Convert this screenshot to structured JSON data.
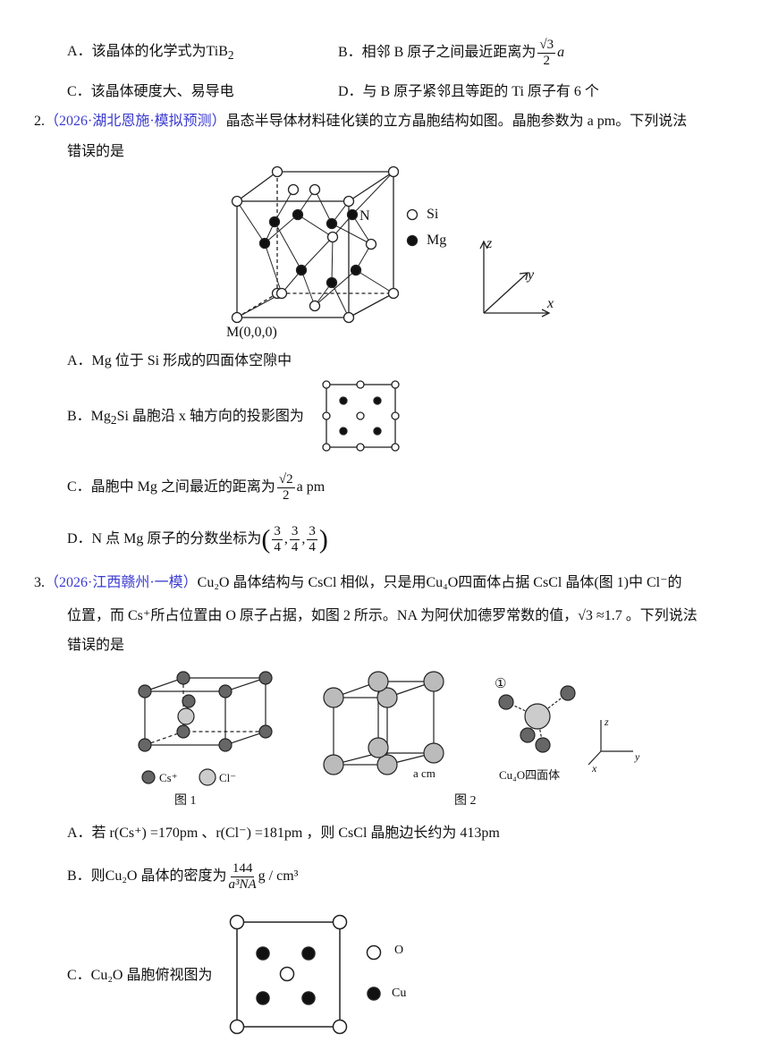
{
  "q1": {
    "optA": "A．该晶体的化学式为TiB",
    "optA_sub": "2",
    "optB": "B．相邻 B 原子之间最近距离为",
    "optB_num": "√3",
    "optB_den": "2",
    "optB_tail": "a",
    "optC": "C．该晶体硬度大、易导电",
    "optD": "D．与 B 原子紧邻且等距的 Ti 原子有 6 个"
  },
  "q2": {
    "number": "2.",
    "source": "（2026·湖北恩施·模拟预测）",
    "stem1": "晶态半导体材料硅化镁的立方晶胞结构如图。晶胞参数为 a pm。下列说法",
    "stem2": "错误的是",
    "figure": {
      "label_N": "N",
      "label_M": "M(0,0,0)",
      "legend_si": "Si",
      "legend_mg": "Mg",
      "axis_x": "x",
      "axis_y": "y",
      "axis_z": "z"
    },
    "optA": "A．Mg 位于 Si 形成的四面体空隙中",
    "optB_pre": "B．Mg",
    "optB_sub": "2",
    "optB_post": "Si 晶胞沿 x 轴方向的投影图为",
    "optC_pre": "C．晶胞中 Mg 之间最近的距离为",
    "optC_num": "√2",
    "optC_den": "2",
    "optC_post": "a pm",
    "optD_pre": "D．N 点 Mg 原子的分数坐标为",
    "optD_coords": [
      {
        "num": "3",
        "den": "4"
      },
      {
        "num": "3",
        "den": "4"
      },
      {
        "num": "3",
        "den": "4"
      }
    ]
  },
  "q3": {
    "number": "3.",
    "source": "（2026·江西赣州·一模）",
    "stem1": "Cu₂O 晶体结构与 CsCl 相似，只是用Cu₄O四面体占据 CsCl 晶体(图 1)中 Cl⁻的",
    "stem2": "位置，而 Cs⁺所占位置由 O 原子占据，如图 2 所示。NA 为阿伏加德罗常数的值，√3 ≈1.7 。下列说法",
    "stem3": "错误的是",
    "fig1": {
      "legend_cs": "Cs⁺",
      "legend_cl": "Cl⁻",
      "caption": "图 1"
    },
    "fig2": {
      "edge": "a cm",
      "caption": "图 2"
    },
    "fig3": {
      "marker": "①",
      "caption": "Cu₄O四面体",
      "axis_x": "x",
      "axis_y": "y",
      "axis_z": "z"
    },
    "optA": "A．若 r(Cs⁺) =170pm 、r(Cl⁻) =181pm ，则 CsCl 晶胞边长约为 413pm",
    "optB_pre": "B．则Cu₂O 晶体的密度为",
    "optB_num": "144",
    "optB_den": "a³NA",
    "optB_post": "g / cm³",
    "optC": "C．Cu₂O 晶胞俯视图为",
    "legend_o": "O",
    "legend_cu": "Cu"
  }
}
